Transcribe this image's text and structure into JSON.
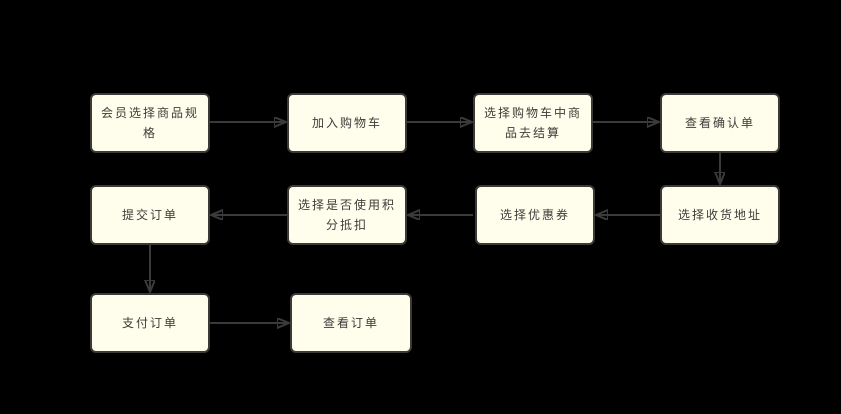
{
  "diagram": {
    "type": "flowchart",
    "colors": {
      "background": "#000000",
      "node_fill": "#FFFDEC",
      "node_border": "#3B3A34",
      "node_text": "#3E3C38",
      "arrow": "#3A3A3A"
    },
    "nodes": [
      {
        "id": "select-spec",
        "label": "会员选择商品规格"
      },
      {
        "id": "add-to-cart",
        "label": "加入购物车"
      },
      {
        "id": "select-cart-items",
        "label": "选择购物车中商品去结算"
      },
      {
        "id": "view-confirmation",
        "label": "查看确认单"
      },
      {
        "id": "select-address",
        "label": "选择收货地址"
      },
      {
        "id": "select-coupon",
        "label": "选择优惠券"
      },
      {
        "id": "use-points",
        "label": "选择是否使用积分抵扣"
      },
      {
        "id": "submit-order",
        "label": "提交订单"
      },
      {
        "id": "pay-order",
        "label": "支付订单"
      },
      {
        "id": "view-order",
        "label": "查看订单"
      }
    ],
    "edges": [
      {
        "from": "select-spec",
        "to": "add-to-cart"
      },
      {
        "from": "add-to-cart",
        "to": "select-cart-items"
      },
      {
        "from": "select-cart-items",
        "to": "view-confirmation"
      },
      {
        "from": "view-confirmation",
        "to": "select-address"
      },
      {
        "from": "select-address",
        "to": "select-coupon"
      },
      {
        "from": "select-coupon",
        "to": "use-points"
      },
      {
        "from": "use-points",
        "to": "submit-order"
      },
      {
        "from": "submit-order",
        "to": "pay-order"
      },
      {
        "from": "pay-order",
        "to": "view-order"
      }
    ]
  }
}
